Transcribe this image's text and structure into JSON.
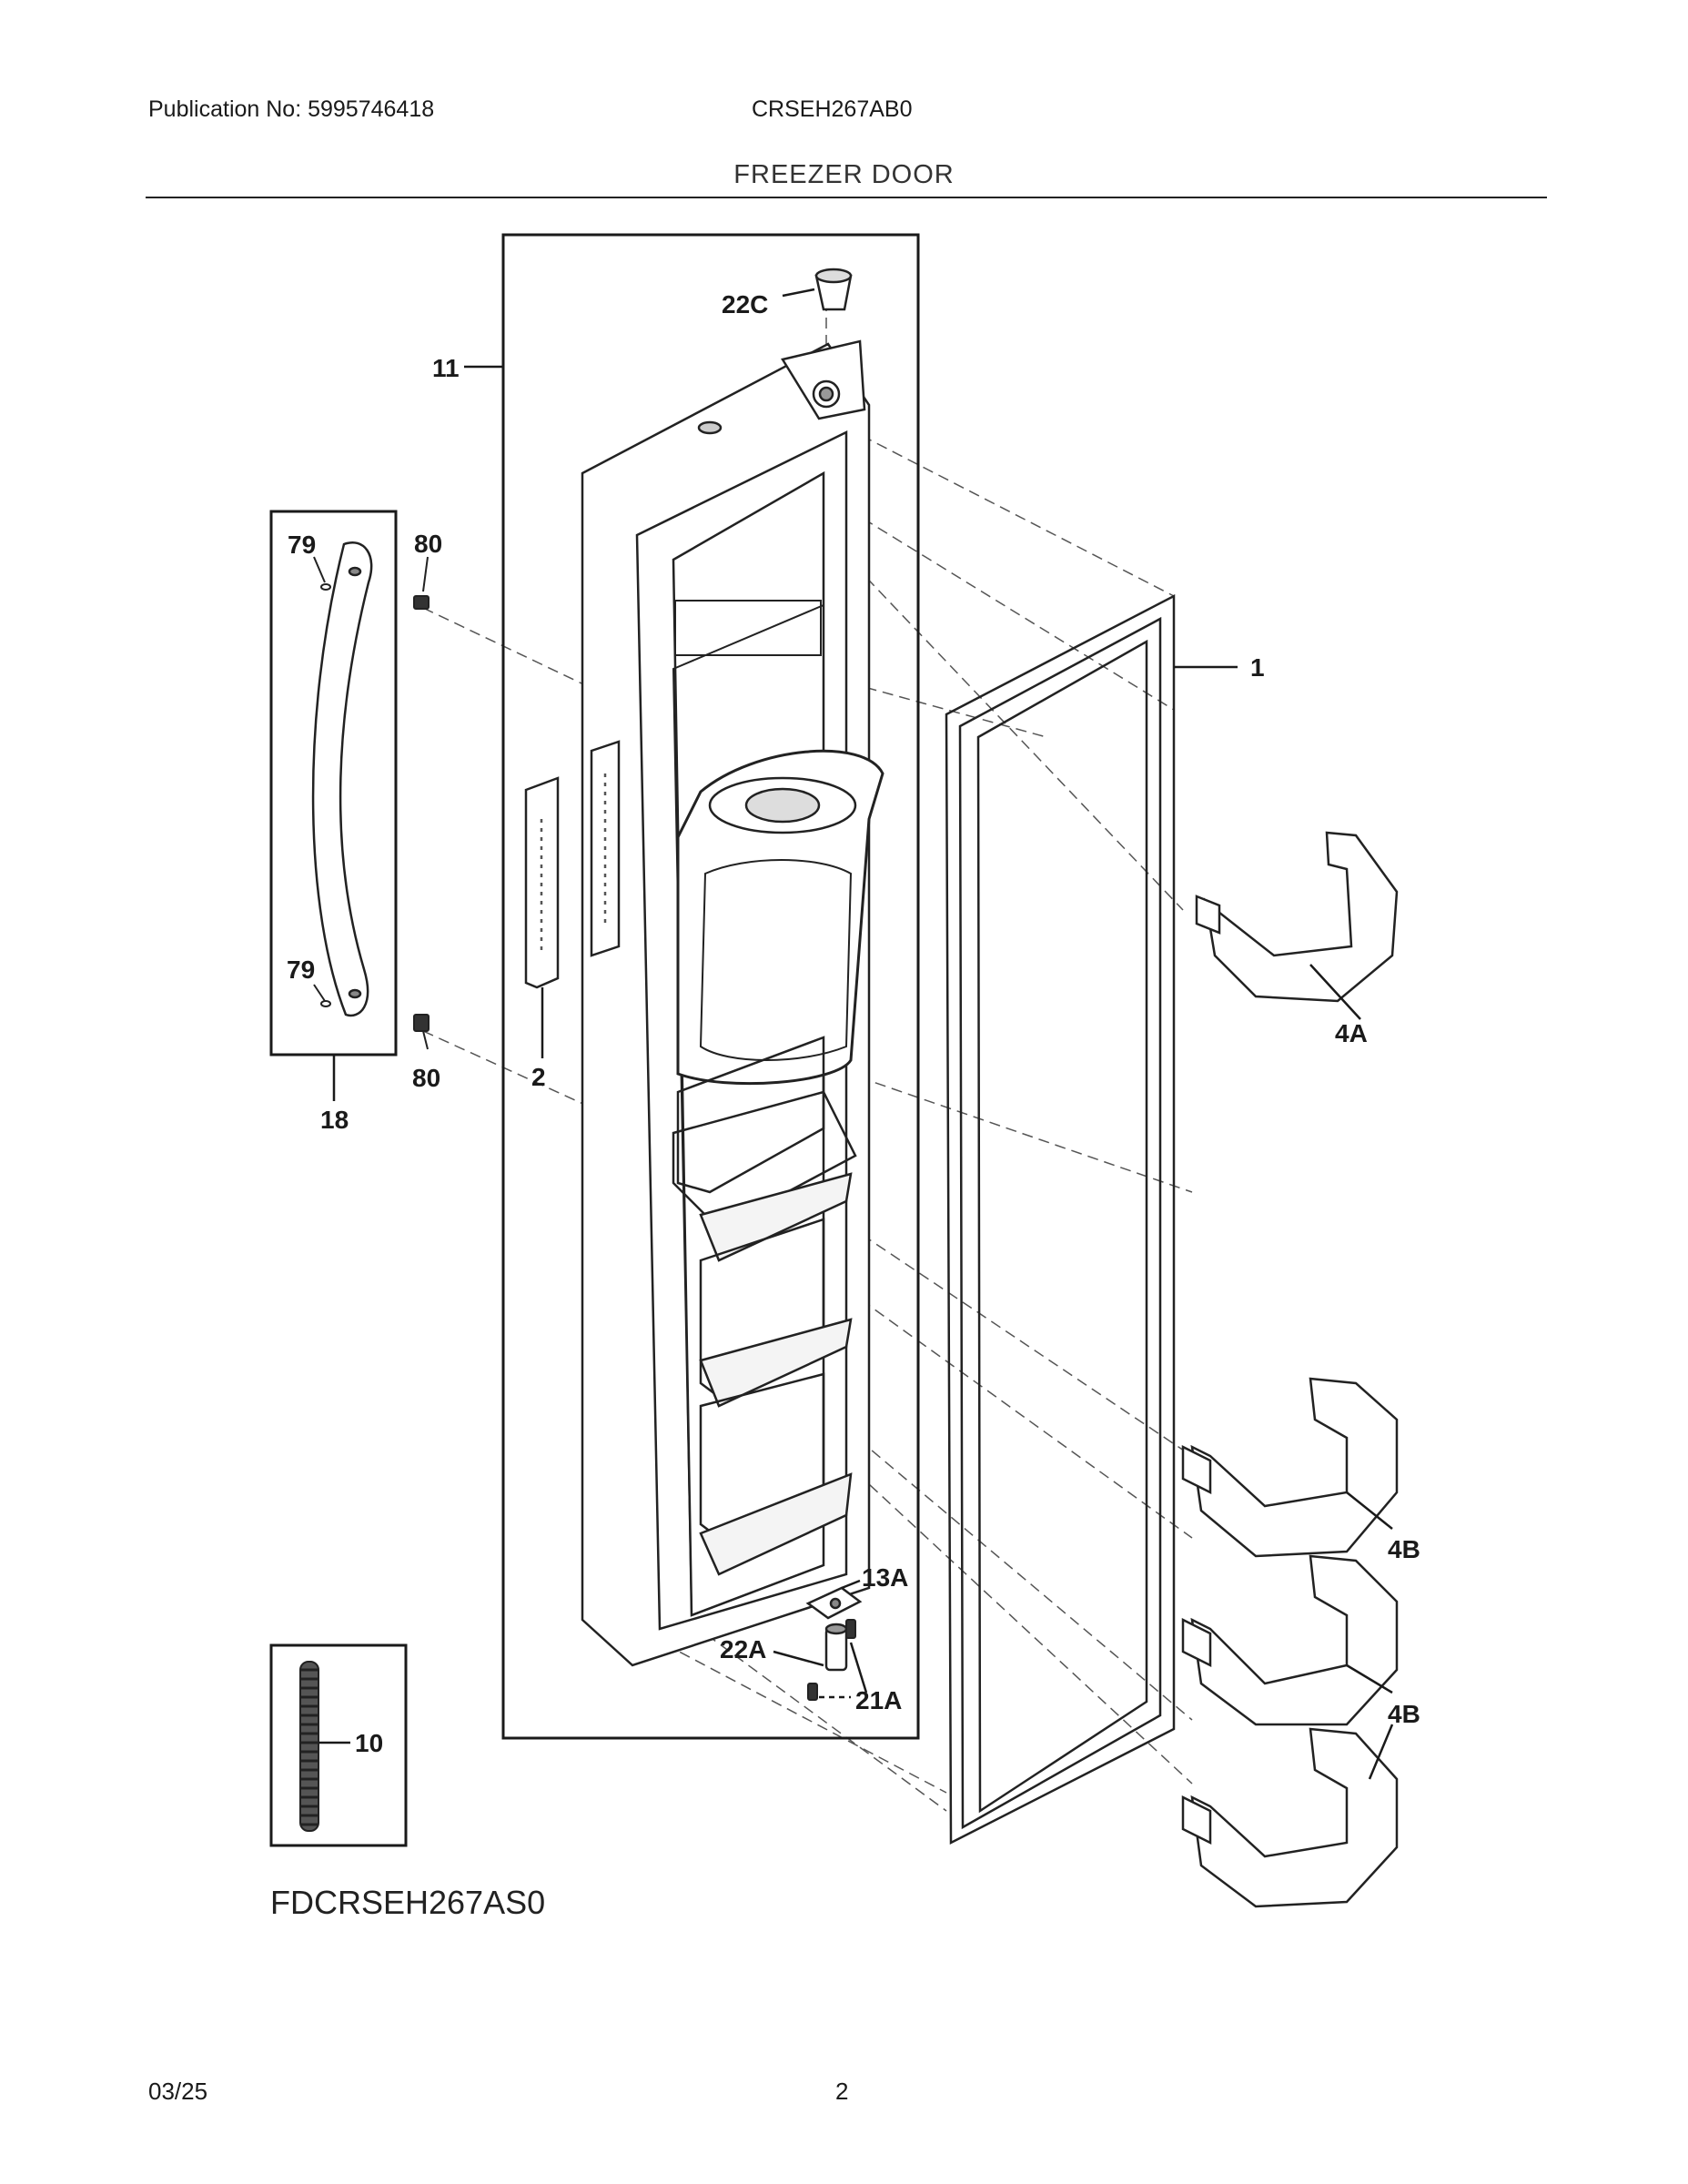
{
  "header": {
    "publication": "Publication No: 5995746418",
    "model": "CRSEH267AB0",
    "section_title": "FREEZER DOOR"
  },
  "diagram": {
    "callouts": {
      "c22c": "22C",
      "c11": "11",
      "c79a": "79",
      "c80a": "80",
      "c1": "1",
      "c79b": "79",
      "c2": "2",
      "c80b": "80",
      "c18": "18",
      "c4a": "4A",
      "c13a": "13A",
      "c22a": "22A",
      "c21a": "21A",
      "c4b1": "4B",
      "c4b2": "4B",
      "c10": "10"
    },
    "code": "FDCRSEH267AS0"
  },
  "footer": {
    "date": "03/25",
    "page": "2"
  }
}
